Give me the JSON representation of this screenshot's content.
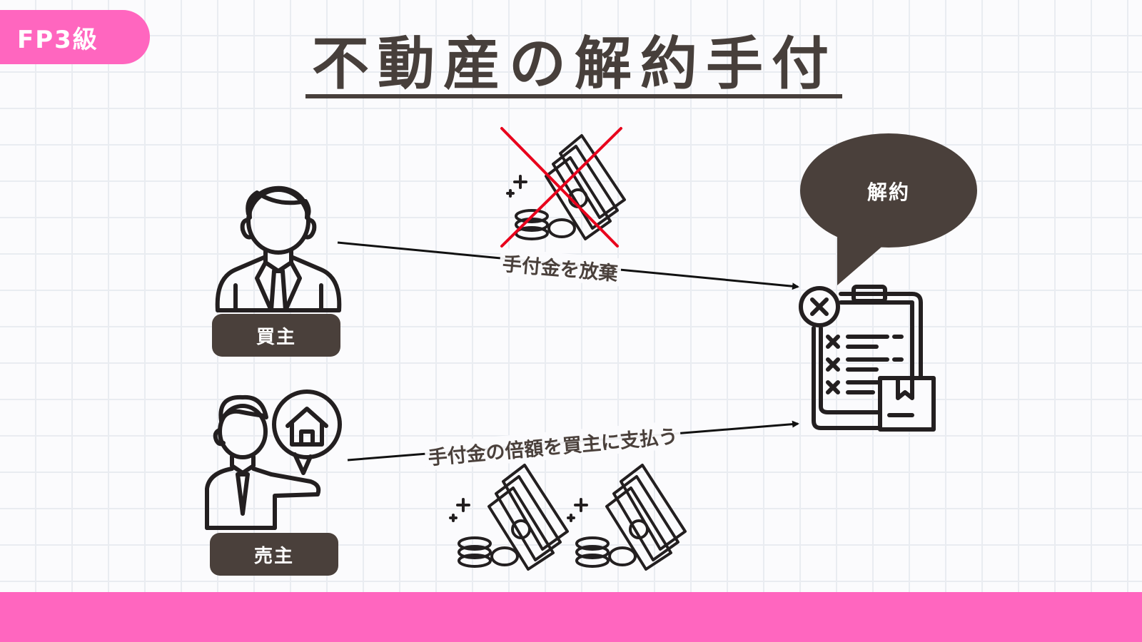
{
  "badge": "FP3級",
  "title": "不動産の解約手付",
  "buyer_label": "買主",
  "seller_label": "売主",
  "bubble_text": "解約",
  "arrow_top_text": "手付金を放棄",
  "arrow_bottom_text": "手付金の倍額を買主に支払う",
  "colors": {
    "accent_pink": "#ff66bf",
    "dark_brown": "#4a403b",
    "cross_red": "#e8001c"
  }
}
